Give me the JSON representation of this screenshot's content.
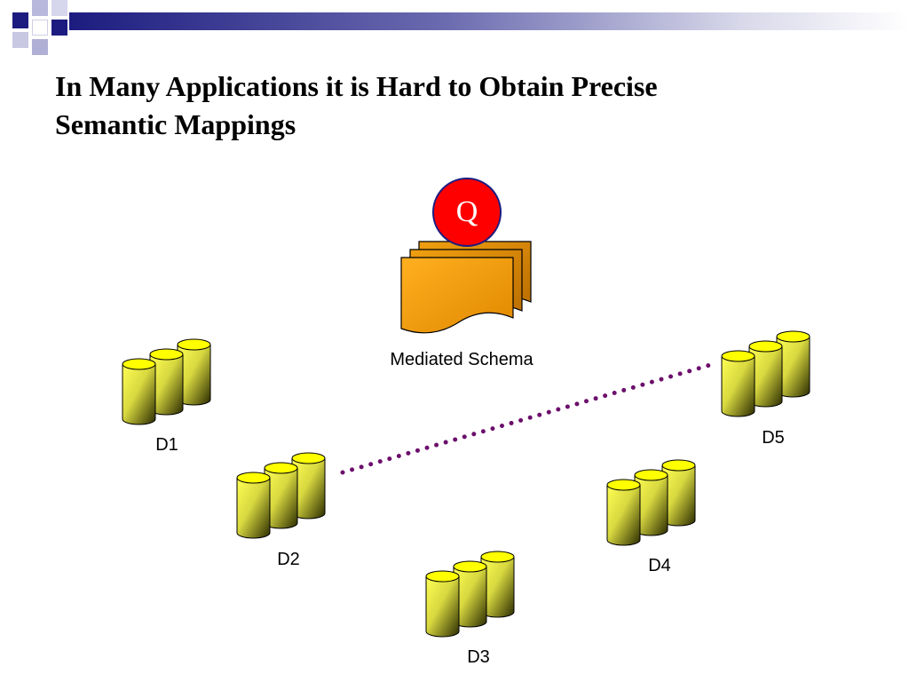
{
  "slide": {
    "title_line1": "In Many Applications it is Hard to Obtain Precise",
    "title_line2": "Semantic Mappings"
  },
  "query": {
    "label": "Q",
    "fill": "#ff0000"
  },
  "mediated_schema": {
    "label": "Mediated Schema",
    "fill": "#f59a00"
  },
  "sources": [
    {
      "label": "D1"
    },
    {
      "label": "D2"
    },
    {
      "label": "D3"
    },
    {
      "label": "D4"
    },
    {
      "label": "D5"
    }
  ],
  "colors": {
    "header_bar": "#1c1c80",
    "cylinder_top": "#ffff00",
    "dotted_link": "#6b0f6b"
  }
}
